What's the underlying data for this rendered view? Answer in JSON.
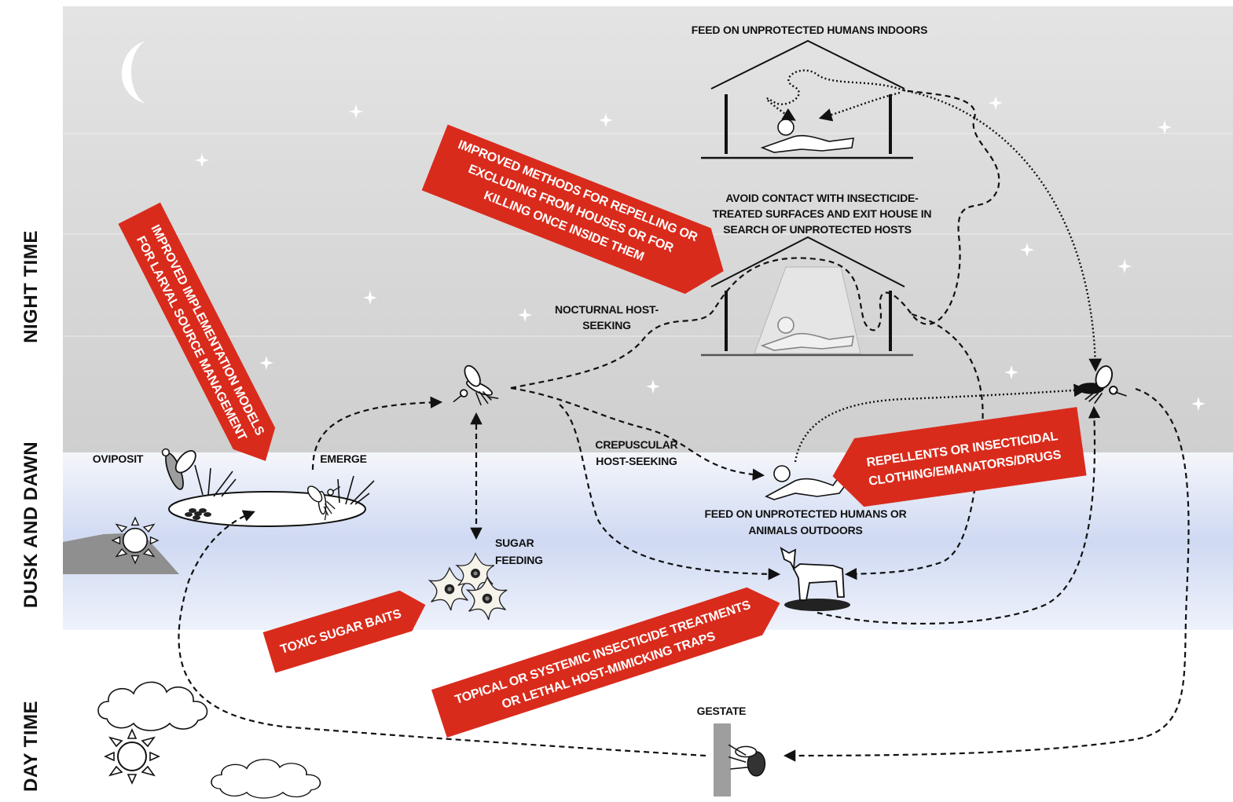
{
  "time_periods": {
    "night": "NIGHT TIME",
    "dusk_dawn": "DUSK AND DAWN",
    "day": "DAY TIME"
  },
  "labels": {
    "feed_indoors": "FEED ON UNPROTECTED HUMANS INDOORS",
    "avoid_line1": "AVOID CONTACT WITH INSECTICIDE-",
    "avoid_line2": "TREATED SURFACES AND EXIT HOUSE IN",
    "avoid_line3": "SEARCH OF UNPROTECTED HOSTS",
    "nocturnal_line1": "NOCTURNAL HOST-",
    "nocturnal_line2": "SEEKING",
    "crepuscular_line1": "CREPUSCULAR",
    "crepuscular_line2": "HOST-SEEKING",
    "oviposit": "OVIPOSIT",
    "emerge": "EMERGE",
    "sugar_line1": "SUGAR",
    "sugar_line2": "FEEDING",
    "feed_outdoors_line1": "FEED ON UNPROTECTED HUMANS OR",
    "feed_outdoors_line2": "ANIMALS OUTDOORS",
    "gestate": "GESTATE"
  },
  "interventions": {
    "larval_line1": "IMPROVED IMPLEMENTATION MODELS",
    "larval_line2": "FOR LARVAL SOURCE MANAGEMENT",
    "houses_line1": "IMPROVED METHODS FOR REPELLING OR",
    "houses_line2": "EXCLUDING FROM HOUSES OR FOR",
    "houses_line3": "KILLING ONCE INSIDE THEM",
    "repellents_line1": "REPELLENTS OR INSECTICIDAL",
    "repellents_line2": "CLOTHING/EMANATORS/DRUGS",
    "sugar_baits": "TOXIC SUGAR BAITS",
    "topical_line1": "TOPICAL OR SYSTEMIC INSECTICIDE TREATMENTS",
    "topical_line2": "OR LETHAL HOST-MIMICKING TRAPS"
  },
  "colors": {
    "night_sky": "#d9d9d9",
    "dusk_band": "#dfe6f5",
    "intervention_red": "#d92b1c",
    "ink": "#111111"
  },
  "icons": [
    "moon-icon",
    "star-icon",
    "sun-icon",
    "cloud-icon",
    "house-icon",
    "mosquito-icon",
    "flower-icon",
    "human-icon",
    "cow-icon",
    "water-pool-icon",
    "wall-icon",
    "hill-icon"
  ]
}
